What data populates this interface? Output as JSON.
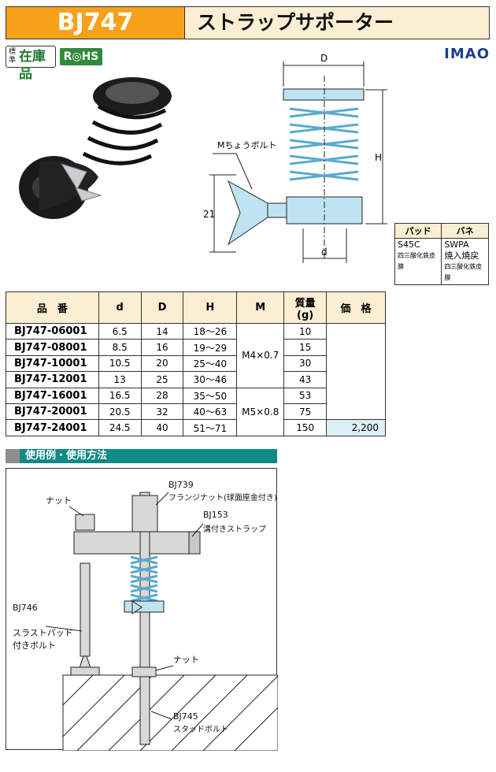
{
  "header": {
    "code": "BJ747",
    "name": "ストラップサポーター"
  },
  "badges": {
    "stock_small": "標準",
    "stock": "在庫品",
    "rohs": "R◎HS"
  },
  "brand": "IMAO",
  "drawing": {
    "label_D": "D",
    "label_H": "H",
    "label_21": "21",
    "label_d": "d",
    "label_M": "Mちょうボルト"
  },
  "material": {
    "headers": [
      "パッド",
      "バネ"
    ],
    "pad": [
      "S45C",
      "四三酸化鉄皮膜"
    ],
    "spring": [
      "SWPA",
      "焼入焼戻",
      "四三酸化鉄皮膜"
    ]
  },
  "spec_table": {
    "headers": [
      "品　番",
      "d",
      "D",
      "H",
      "M",
      "質量\n(g)",
      "価　格"
    ],
    "rows": [
      {
        "part": "BJ747-06001",
        "d": "6.5",
        "D": "14",
        "H": "18～26",
        "mass": "10"
      },
      {
        "part": "BJ747-08001",
        "d": "8.5",
        "D": "16",
        "H": "19～29",
        "mass": "15"
      },
      {
        "part": "BJ747-10001",
        "d": "10.5",
        "D": "20",
        "H": "25～40",
        "mass": "30"
      },
      {
        "part": "BJ747-12001",
        "d": "13",
        "D": "25",
        "H": "30～46",
        "mass": "43"
      },
      {
        "part": "BJ747-16001",
        "d": "16.5",
        "D": "28",
        "H": "35～50",
        "mass": "53"
      },
      {
        "part": "BJ747-20001",
        "d": "20.5",
        "D": "32",
        "H": "40～63",
        "mass": "75"
      },
      {
        "part": "BJ747-24001",
        "d": "24.5",
        "D": "40",
        "H": "51～71",
        "mass": "150",
        "price": "2,200"
      }
    ],
    "M_groups": [
      "M4×0.7",
      "M5×0.8"
    ]
  },
  "usage": {
    "section_title": "使用例・使用方法",
    "labels": {
      "nut_top": "ナット",
      "bj739": "BJ739",
      "bj739_desc": "フランジナット(球面座金付き)",
      "bj153": "BJ153",
      "bj153_desc": "溝付きストラップ",
      "bj746": "BJ746",
      "thrust_1": "スラストパッド",
      "thrust_2": "付きボルト",
      "nut_bottom": "ナット",
      "bj745": "BJ745",
      "bj745_desc": "スタッドボルト"
    }
  }
}
